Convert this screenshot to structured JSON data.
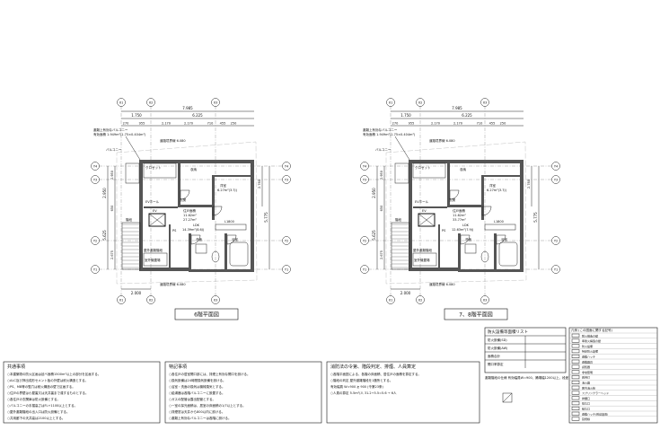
{
  "plans": [
    {
      "title": "6階平面図",
      "dims_top": [
        "7.985",
        "1.750",
        "6.225"
      ],
      "dims_top2": [
        "270",
        "955",
        "2.170",
        "2.170",
        "710",
        "455",
        "250"
      ],
      "dims_left": [
        "2.950",
        "5.625"
      ],
      "dims_left2": [
        "2.950",
        "650",
        "2.675"
      ],
      "dims_right": [
        "5.775",
        "2.780"
      ],
      "dims_bottom": "2.000",
      "grid_top": [
        "X1",
        "X2",
        "X3"
      ],
      "grid_left": [
        "Y4",
        "Y3",
        "Y2",
        "Y1"
      ],
      "grid_right": [
        "Y4",
        "Y3",
        "Y2",
        "Y1"
      ],
      "grid_bottom": [
        "X1",
        "X2",
        "X3"
      ],
      "note_area": [
        "避難上有効なバルコニー",
        "有効面積 1.949m²(1.75×0.404m²)"
      ],
      "note_balc": "バルコニー",
      "note_top": "道路境界線 6.080",
      "note_bottom": "道路境界線 6.080",
      "note_ac": "室外機置場",
      "rooms": [
        "洋室",
        "6.27m²(3.7J)",
        "住戸面積",
        "11.62m²",
        "27.27m²",
        "LDK",
        "14.39m²(8.6J)",
        "洗面",
        "浴室",
        "PS",
        "玄関",
        "EVホール",
        "EV",
        "階段",
        "屋外避難階段",
        "クロゼット",
        "収納",
        "L1800"
      ]
    },
    {
      "title": "7、8階平面図",
      "dims_top": [
        "7.985",
        "1.750",
        "6.225"
      ],
      "dims_top2": [
        "270",
        "955",
        "2.170",
        "2.170",
        "710",
        "455",
        "250"
      ],
      "dims_left": [
        "2.950",
        "5.625"
      ],
      "dims_left2": [
        "2.950",
        "650",
        "2.675"
      ],
      "dims_right": [
        "5.775",
        "2.780"
      ],
      "dims_bottom": "2.000",
      "grid_top": [
        "X1",
        "X2",
        "X3"
      ],
      "grid_left": [
        "Y4",
        "Y3",
        "Y2",
        "Y1"
      ],
      "grid_right": [
        "Y4",
        "Y3",
        "Y2",
        "Y1"
      ],
      "grid_bottom": [
        "X1",
        "X2",
        "X3"
      ],
      "note_area": [
        "避難上有効なバルコニー",
        "有効面積 1.949m²(1.75×0.404m²)"
      ],
      "note_balc": "バルコニー",
      "note_top": "道路境界線 6.080",
      "note_bottom": "道路境界線 6.080",
      "note_ac": "室外機置場",
      "rooms": [
        "洋室",
        "6.27m²(3.7J)",
        "住戸面積",
        "11.62m²",
        "33.77m²",
        "LDK",
        "12.63m²(7.9J)",
        "洗面",
        "浴室",
        "PS",
        "玄関",
        "EVホール",
        "EV",
        "階段",
        "屋外避難階段",
        "クロゼット",
        "収納",
        "L1800"
      ]
    }
  ],
  "general_notes": {
    "title": "共通事項",
    "lines": [
      "○本建築物の防火区画は延べ面積1500m²以上の部分を区画する。",
      "○ALC及び押出成形セメント板の外壁は耐火構造とする。",
      "○PS、MB等の竪穴は耐火構造の壁で区画する。",
      "○住戸の界壁は小屋裏又は天井裏まで達するものとする。",
      "○各住戸の玄関扉は防火設備とする。",
      "○バルコニーの手摺高さはFL+1100以上とする。",
      "○屋外避難階段の出入口は防火設備とする。",
      "○共用廊下の天井高は2100以上とする。"
    ]
  },
  "specific_notes": {
    "title": "特記事項",
    "lines": [
      "○各住戸の居室開口部には、排煙上有効な開口を設ける。",
      "○換気設備は24時間換気設備を設ける。",
      "○浴室・洗面の換気は機械換気とする。",
      "○給湯器は各階バルコニーに設置する。",
      "○ガスの配管は露出配管とする。",
      "○一室の採光面積は、居室の床面積の1/7以上とする。",
      "○排煙窓は天井から800以内に設ける。",
      "○避難上有効なバルコニーは各階に設ける。"
    ]
  },
  "fire_notes": {
    "title": "消防法の令第、階段判定、排煙、人員算定",
    "lines": [
      "○各階平面図による、各階の床面積、居住戸の面積を算定する。",
      "○階段の判定 屋外避難階段を1箇所とする。",
      "有効幅員 W=900 ≧ 900 (令第23条)",
      "○人員の算定 5.5m²/人 31.2÷5.5=5.6 → 6人"
    ]
  },
  "table": {
    "title": "防火設備等面積リスト",
    "rows": [
      "防火設備(SD)",
      "防火設備(AW)",
      "面積合計",
      "開口率算定"
    ],
    "note": "避難階段の仕様 有効幅員W=900、踊場幅1200以上、段差180以下とする。"
  },
  "legend": {
    "header": "凡例 (この図面に関する記号)",
    "items": [
      "耐火構造の壁",
      "準耐火構造の壁",
      "防火設備",
      "特定防火設備",
      "避難ハッチ",
      "避難器具",
      "感知器",
      "非常照明",
      "誘導灯",
      "消火器",
      "屋内消火栓",
      "スプリンクラーヘッド",
      "排煙口",
      "換気口",
      "給気口",
      "避難ハッチ(別途設置)",
      "延焼線"
    ]
  }
}
